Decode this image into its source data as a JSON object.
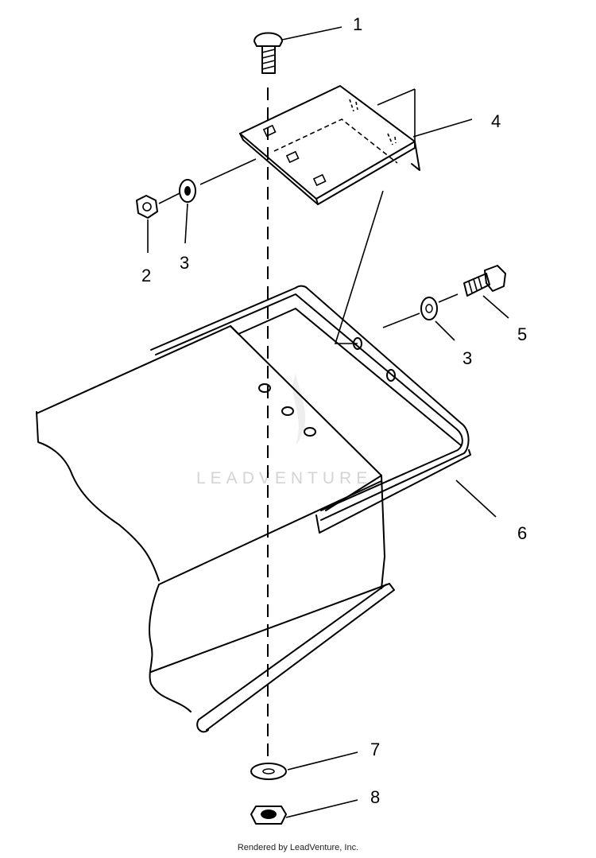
{
  "watermark": "LEADVENTURE",
  "footer": "Rendered by LeadVenture, Inc.",
  "callouts": {
    "c1": "1",
    "c2": "2",
    "c3a": "3",
    "c3b": "3",
    "c4": "4",
    "c5": "5",
    "c6": "6",
    "c7": "7",
    "c8": "8"
  }
}
